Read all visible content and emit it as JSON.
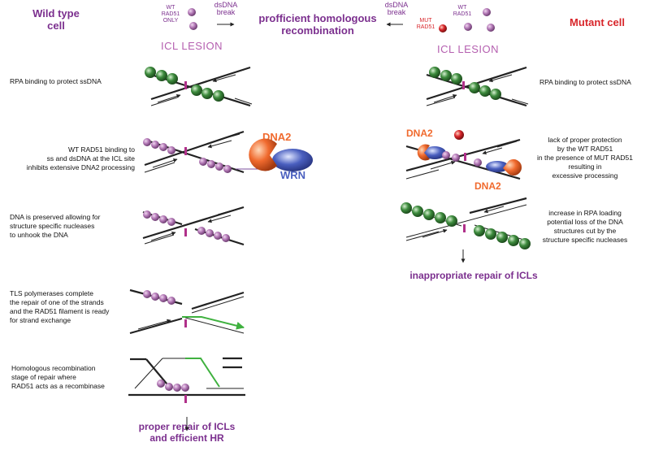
{
  "header": {
    "wild_type": "Wild type\ncell",
    "mutant": "Mutant cell",
    "center_title": "profficient homologous\nrecombination",
    "wt_only": "WT\nRAD51\nONLY",
    "dsdna_left": "dsDNA\nbreak",
    "dsdna_right": "dsDNA\nbreak",
    "mut_label": "MUT\nRAD51",
    "wt_right": "WT\nRAD51"
  },
  "left": {
    "icl": "ICL LESION",
    "step1": "RPA binding to protect ssDNA",
    "step2": "WT RAD51 binding to\nss and dsDNA at the ICL site\ninhibits extensive DNA2 processing",
    "step3": "DNA is preserved allowing for\nstructure specific nucleases\nto unhook the DNA",
    "step4": "TLS polymerases complete\nthe repair of one of the strands\nand the RAD51 filament is ready\nfor strand exchange",
    "step5": "Homologous recombination\nstage of repair where\nRAD51 acts as a recombinase",
    "result": "proper repair of ICLs\nand efficient HR",
    "dna2": "DNA2",
    "wrn": "WRN"
  },
  "right": {
    "icl": "ICL LESION",
    "step1": "RPA binding to protect ssDNA",
    "step2": "lack of proper protection\nby the WT RAD51\nin the presence of MUT RAD51\nresulting in\nexcessive processing",
    "step3": "increase in RPA loading\npotential loss of the DNA\nstructures cut by the\nstructure specific nucleases",
    "result": "inappropriate repair of ICLs",
    "dna2_a": "DNA2",
    "dna2_b": "DNA2"
  },
  "colors": {
    "purple": "#7b2f8e",
    "red": "#d8262b",
    "rad51": "#b57bb8",
    "rpa": "#3d8b3d",
    "dna2": "#f06a2e",
    "wrn": "#4a5fbf",
    "icl_mark": "#b0308a",
    "tls_green": "#3fb13f"
  }
}
